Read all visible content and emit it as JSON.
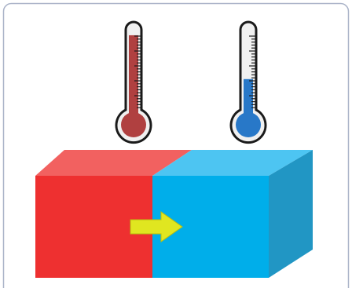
{
  "colors": {
    "frame_border": "#aab3c8",
    "hot_front": "#ee3030",
    "hot_top": "#f26160",
    "cold_front": "#00aeea",
    "cold_top": "#4dc5f2",
    "cold_side": "#2196c4",
    "arrow_fill": "#e0e620",
    "arrow_stroke": "#b8bc10",
    "hot_mercury": "#b04040",
    "cold_mercury": "#2878c8",
    "glass": "#f0f0f0",
    "outline": "#1a1a1a"
  },
  "thermometers": [
    {
      "name": "hot",
      "icon": "thermometer-hot-icon",
      "mercury_level": 0.97
    },
    {
      "name": "cold",
      "icon": "thermometer-cold-icon",
      "mercury_level": 0.4
    }
  ],
  "arrow": {
    "icon": "right-arrow-icon",
    "direction": "right"
  }
}
